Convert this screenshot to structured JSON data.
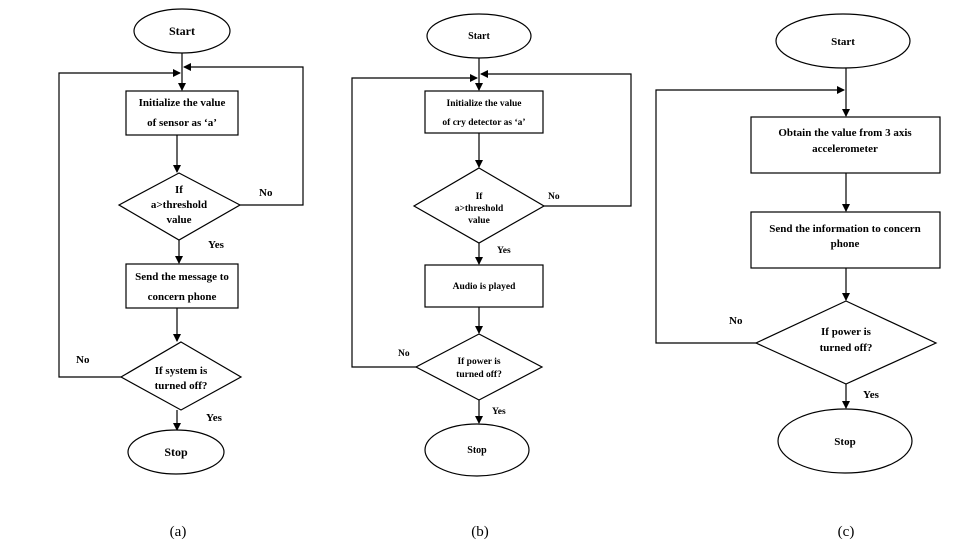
{
  "figure_a": {
    "start": "Start",
    "init": [
      "Initialize the value",
      "of sensor as ‘a’"
    ],
    "decision": [
      "If",
      "a>threshold",
      "value"
    ],
    "no_1": "No",
    "yes_1": "Yes",
    "send": [
      "Send the message to",
      "concern phone"
    ],
    "decision2": [
      "If system is",
      "turned off?"
    ],
    "no_2": "No",
    "yes_2": "Yes",
    "stop": "Stop",
    "caption": "(a)"
  },
  "figure_b": {
    "start": "Start",
    "init": [
      "Initialize the  value",
      "of cry detector as ‘a’"
    ],
    "decision": [
      "If",
      "a>threshold",
      "value"
    ],
    "no_1": "No",
    "yes_1": "Yes",
    "audio": "Audio is played",
    "decision2": [
      "If power is",
      "turned off?"
    ],
    "no_2": "No",
    "yes_2": "Yes",
    "stop": "Stop",
    "caption": "(b)"
  },
  "figure_c": {
    "start": "Start",
    "obtain": [
      "Obtain the value from 3 axis",
      "accelerometer"
    ],
    "send": [
      "Send the information to concern",
      "phone"
    ],
    "decision": [
      "If power is",
      "turned off?"
    ],
    "no_1": "No",
    "yes_1": "Yes",
    "stop": "Stop",
    "caption": "(c)"
  }
}
